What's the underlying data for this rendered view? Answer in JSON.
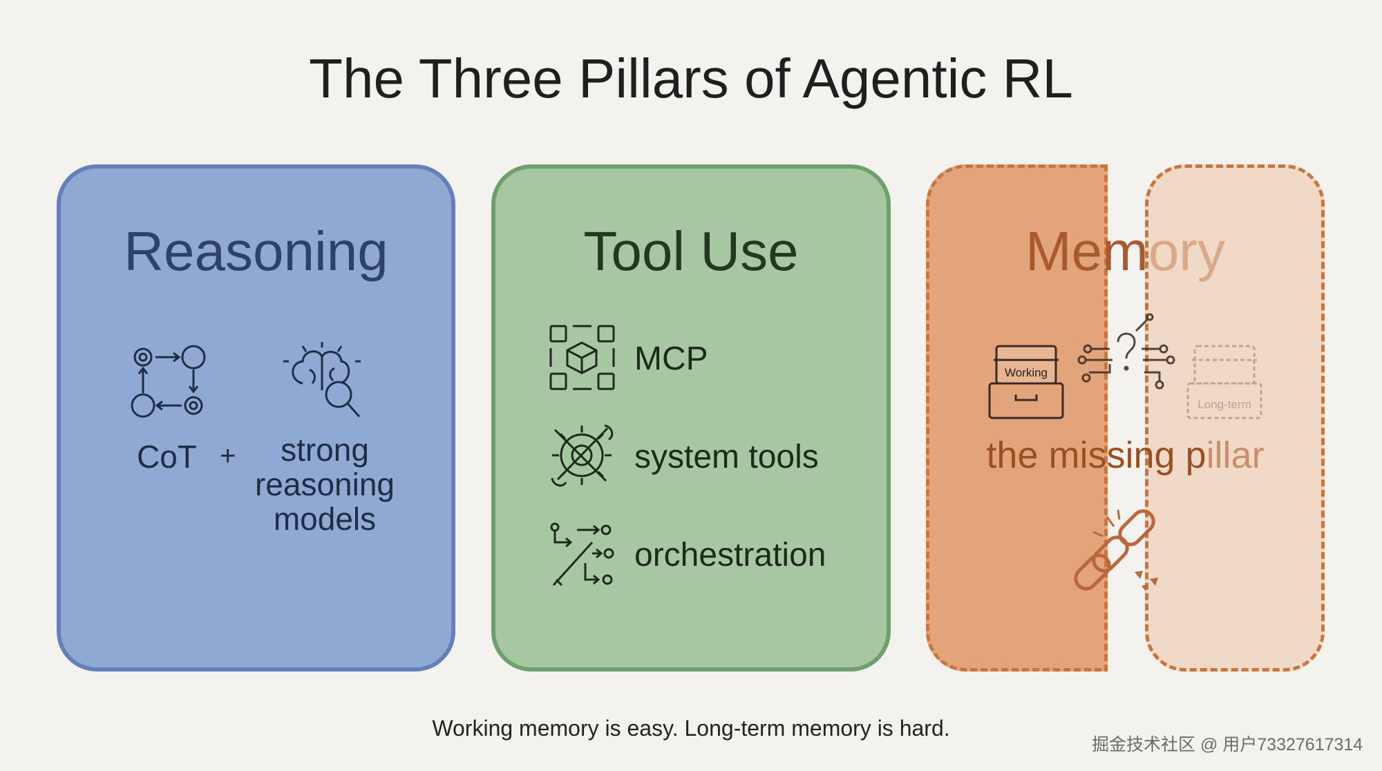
{
  "title": "The Three Pillars of Agentic RL",
  "pillars": {
    "reasoning": {
      "title": "Reasoning",
      "cot": "CoT",
      "plus": "+",
      "strong_line1": "strong",
      "strong_line2": "reasoning",
      "strong_line3": "models",
      "color": "#8fa9d2"
    },
    "tool_use": {
      "title": "Tool Use",
      "items": [
        {
          "label": "MCP",
          "icon": "mcp-cube-icon"
        },
        {
          "label": "system tools",
          "icon": "gear-wrench-icon"
        },
        {
          "label": "orchestration",
          "icon": "wand-branches-icon"
        }
      ],
      "color": "#a7c7a2"
    },
    "memory": {
      "title_a": "Mem",
      "title_b": "ory",
      "working_label": "Working",
      "longterm_label": "Long-term",
      "missing_a": "the missing p",
      "missing_b": "illar",
      "color": "#e3a47c"
    }
  },
  "footer": "Working memory is easy. Long-term memory is hard.",
  "watermark": "掘金技术社区 @ 用户73327617314"
}
